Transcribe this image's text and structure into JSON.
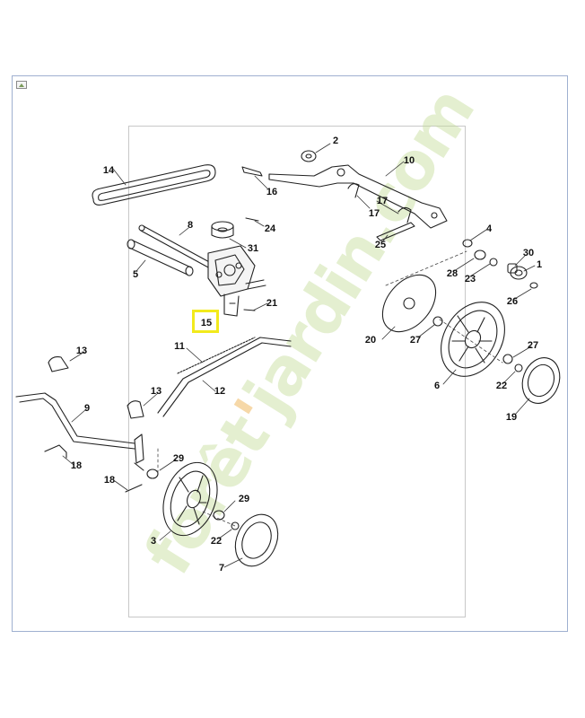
{
  "watermark": {
    "part1": "forêt",
    "dot": "'",
    "part2": "jardin",
    "part3": ".com"
  },
  "highlight_color": "#f2ea1c",
  "callouts": [
    "14",
    "2",
    "10",
    "16",
    "17",
    "17",
    "25",
    "8",
    "24",
    "31",
    "4",
    "30",
    "1",
    "28",
    "23",
    "5",
    "26",
    "21",
    "15",
    "20",
    "27",
    "11",
    "13",
    "12",
    "6",
    "27",
    "22",
    "13",
    "9",
    "19",
    "18",
    "29",
    "18",
    "29",
    "22",
    "3",
    "7"
  ]
}
